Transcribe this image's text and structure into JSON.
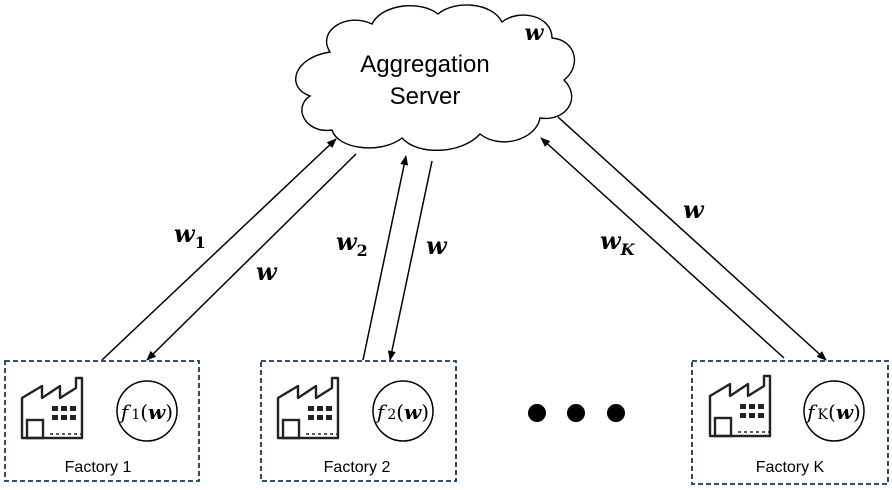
{
  "server": {
    "line1": "Aggregation",
    "line2": "Server",
    "model_symbol": "w"
  },
  "factories": [
    {
      "label": "Factory 1",
      "func_name": "f",
      "func_sub": "1",
      "func_arg": "w",
      "upload_symbol": "w",
      "upload_sub": "1",
      "download_symbol": "w"
    },
    {
      "label": "Factory 2",
      "func_name": "f",
      "func_sub": "2",
      "func_arg": "w",
      "upload_symbol": "w",
      "upload_sub": "2",
      "download_symbol": "w"
    },
    {
      "label": "Factory K",
      "func_name": "f",
      "func_sub": "K",
      "func_arg": "w",
      "upload_symbol": "w",
      "upload_sub": "K",
      "download_symbol": "w"
    }
  ],
  "colors": {
    "line": "#000000",
    "box_border": "#1f3550"
  }
}
